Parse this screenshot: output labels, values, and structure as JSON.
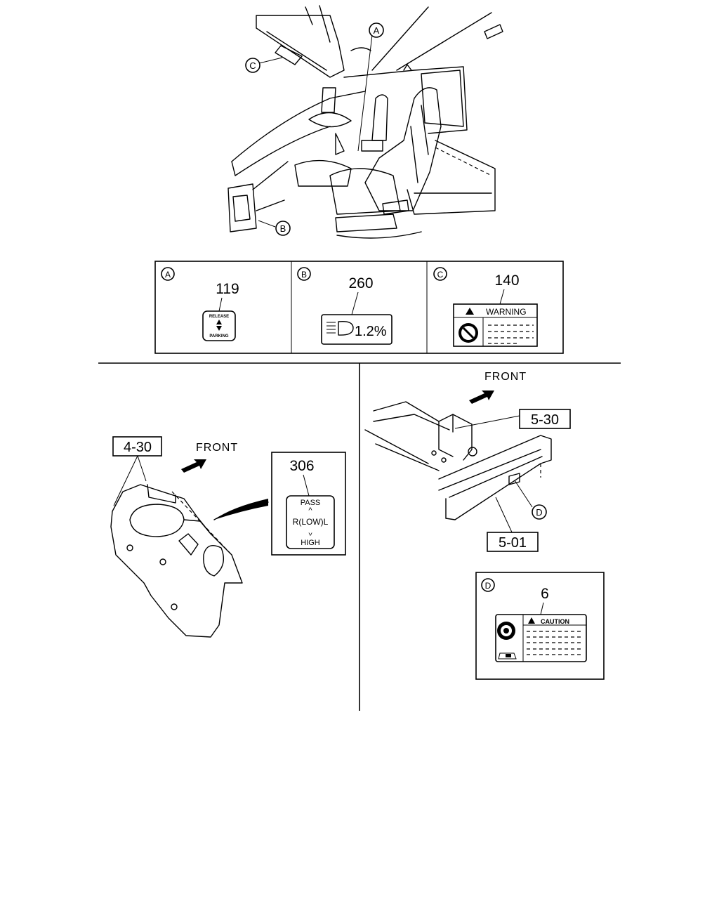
{
  "callouts": {
    "a": "A",
    "b": "B",
    "c": "C",
    "d": "D"
  },
  "labels": {
    "a": {
      "part_no": "119",
      "line1": "RELEASE",
      "line2": "PARKING"
    },
    "b": {
      "part_no": "260",
      "text": "1.2%"
    },
    "c": {
      "part_no": "140",
      "header": "WARNING"
    },
    "d": {
      "part_no": "6",
      "header": "CAUTION"
    },
    "switch": {
      "part_no": "306",
      "pass": "PASS",
      "low": "R(LOW)L",
      "high": "HIGH"
    }
  },
  "references": {
    "steering": "4-30",
    "frame_bracket": "5-30",
    "frame_rail": "5-01"
  },
  "directions": {
    "front_left": "FRONT",
    "front_right": "FRONT"
  }
}
